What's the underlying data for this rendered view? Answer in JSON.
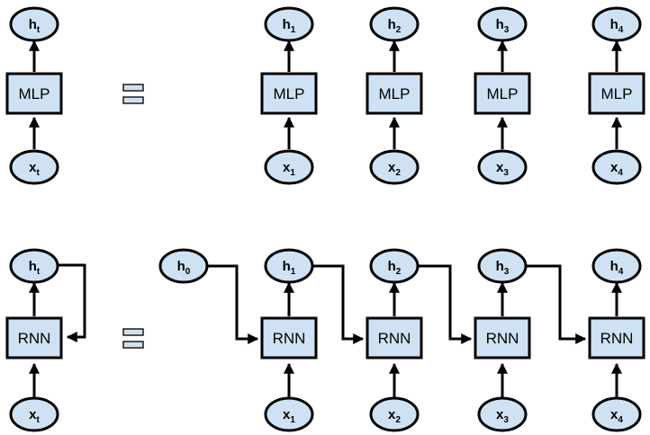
{
  "mlp_row": {
    "folded": {
      "box": "MLP",
      "input": {
        "base": "x",
        "sub": "t"
      },
      "output": {
        "base": "h",
        "sub": "t"
      }
    },
    "unfolded": [
      {
        "box": "MLP",
        "input": {
          "base": "x",
          "sub": "1"
        },
        "output": {
          "base": "h",
          "sub": "1"
        }
      },
      {
        "box": "MLP",
        "input": {
          "base": "x",
          "sub": "2"
        },
        "output": {
          "base": "h",
          "sub": "2"
        }
      },
      {
        "box": "MLP",
        "input": {
          "base": "x",
          "sub": "3"
        },
        "output": {
          "base": "h",
          "sub": "3"
        }
      },
      {
        "box": "MLP",
        "input": {
          "base": "x",
          "sub": "4"
        },
        "output": {
          "base": "h",
          "sub": "4"
        }
      }
    ]
  },
  "rnn_row": {
    "folded": {
      "box": "RNN",
      "input": {
        "base": "x",
        "sub": "t"
      },
      "output": {
        "base": "h",
        "sub": "t"
      }
    },
    "initial_state": {
      "base": "h",
      "sub": "0"
    },
    "unfolded": [
      {
        "box": "RNN",
        "input": {
          "base": "x",
          "sub": "1"
        },
        "output": {
          "base": "h",
          "sub": "1"
        }
      },
      {
        "box": "RNN",
        "input": {
          "base": "x",
          "sub": "2"
        },
        "output": {
          "base": "h",
          "sub": "2"
        }
      },
      {
        "box": "RNN",
        "input": {
          "base": "x",
          "sub": "3"
        },
        "output": {
          "base": "h",
          "sub": "3"
        }
      },
      {
        "box": "RNN",
        "input": {
          "base": "x",
          "sub": "4"
        },
        "output": {
          "base": "h",
          "sub": "4"
        }
      }
    ]
  },
  "colors": {
    "node_fill": "#cfe2f3",
    "stroke": "#000000"
  }
}
